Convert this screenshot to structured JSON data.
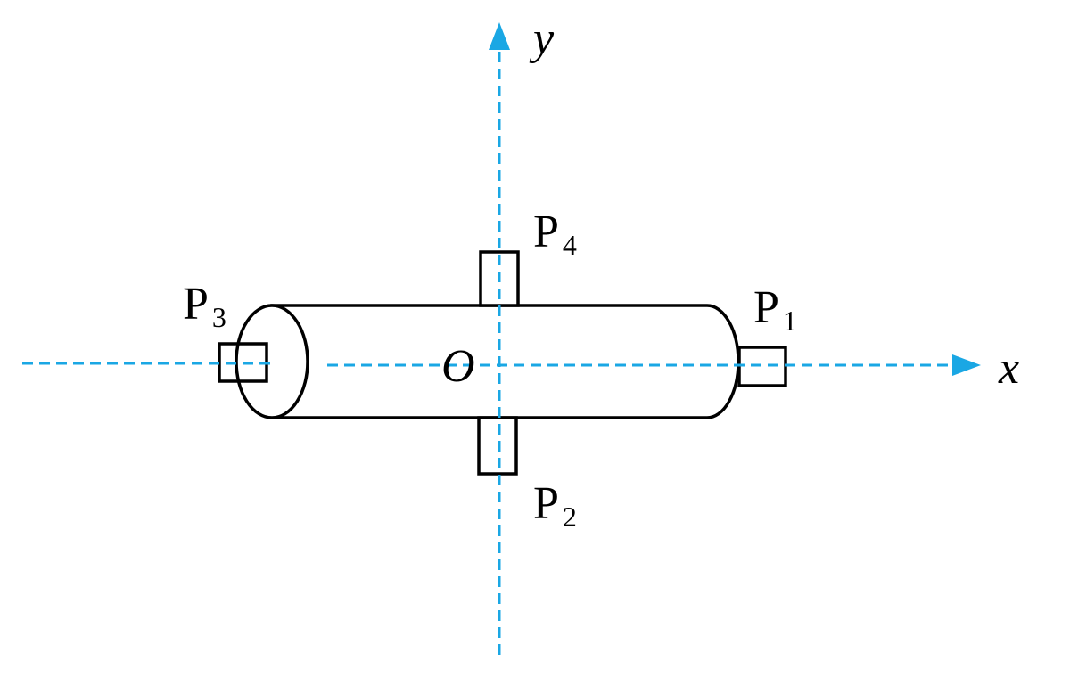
{
  "colors": {
    "axis": "#1aa7e4",
    "stroke": "#000000"
  },
  "axes": {
    "x_label": "x",
    "y_label": "y",
    "origin_label": "O"
  },
  "points": [
    {
      "id": "P1",
      "base": "P",
      "sub": "1"
    },
    {
      "id": "P2",
      "base": "P",
      "sub": "2"
    },
    {
      "id": "P3",
      "base": "P",
      "sub": "3"
    },
    {
      "id": "P4",
      "base": "P",
      "sub": "4"
    }
  ]
}
